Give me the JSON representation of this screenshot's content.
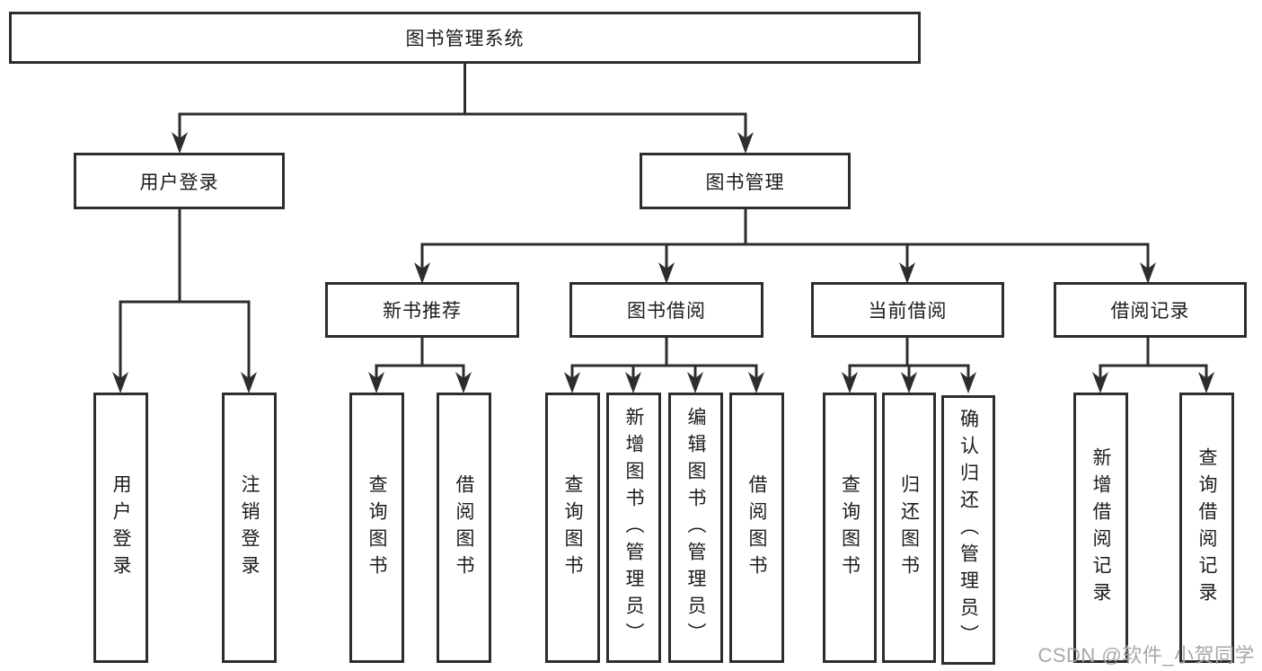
{
  "colors": {
    "line": "#2d2d2d",
    "text": "#1c1c1c",
    "box_background": "#ffffff",
    "watermark": "#a8a8a8"
  },
  "watermark": {
    "text": "CSDN @软件_小贺同学"
  },
  "diagram": {
    "root": {
      "label": "图书管理系统"
    },
    "branches": [
      {
        "label": "用户登录",
        "children": [
          {
            "label": "用户登录"
          },
          {
            "label": "注销登录"
          }
        ]
      },
      {
        "label": "图书管理",
        "children": [
          {
            "label": "新书推荐",
            "children": [
              {
                "label": "查询图书"
              },
              {
                "label": "借阅图书"
              }
            ]
          },
          {
            "label": "图书借阅",
            "children": [
              {
                "label": "查询图书"
              },
              {
                "label": "新增图书（管理员）"
              },
              {
                "label": "编辑图书（管理员）"
              },
              {
                "label": "借阅图书"
              }
            ]
          },
          {
            "label": "当前借阅",
            "children": [
              {
                "label": "查询图书"
              },
              {
                "label": "归还图书"
              },
              {
                "label": "确认归还（管理员）"
              }
            ]
          },
          {
            "label": "借阅记录",
            "children": [
              {
                "label": "新增借阅记录"
              },
              {
                "label": "查询借阅记录"
              }
            ]
          }
        ]
      }
    ]
  }
}
